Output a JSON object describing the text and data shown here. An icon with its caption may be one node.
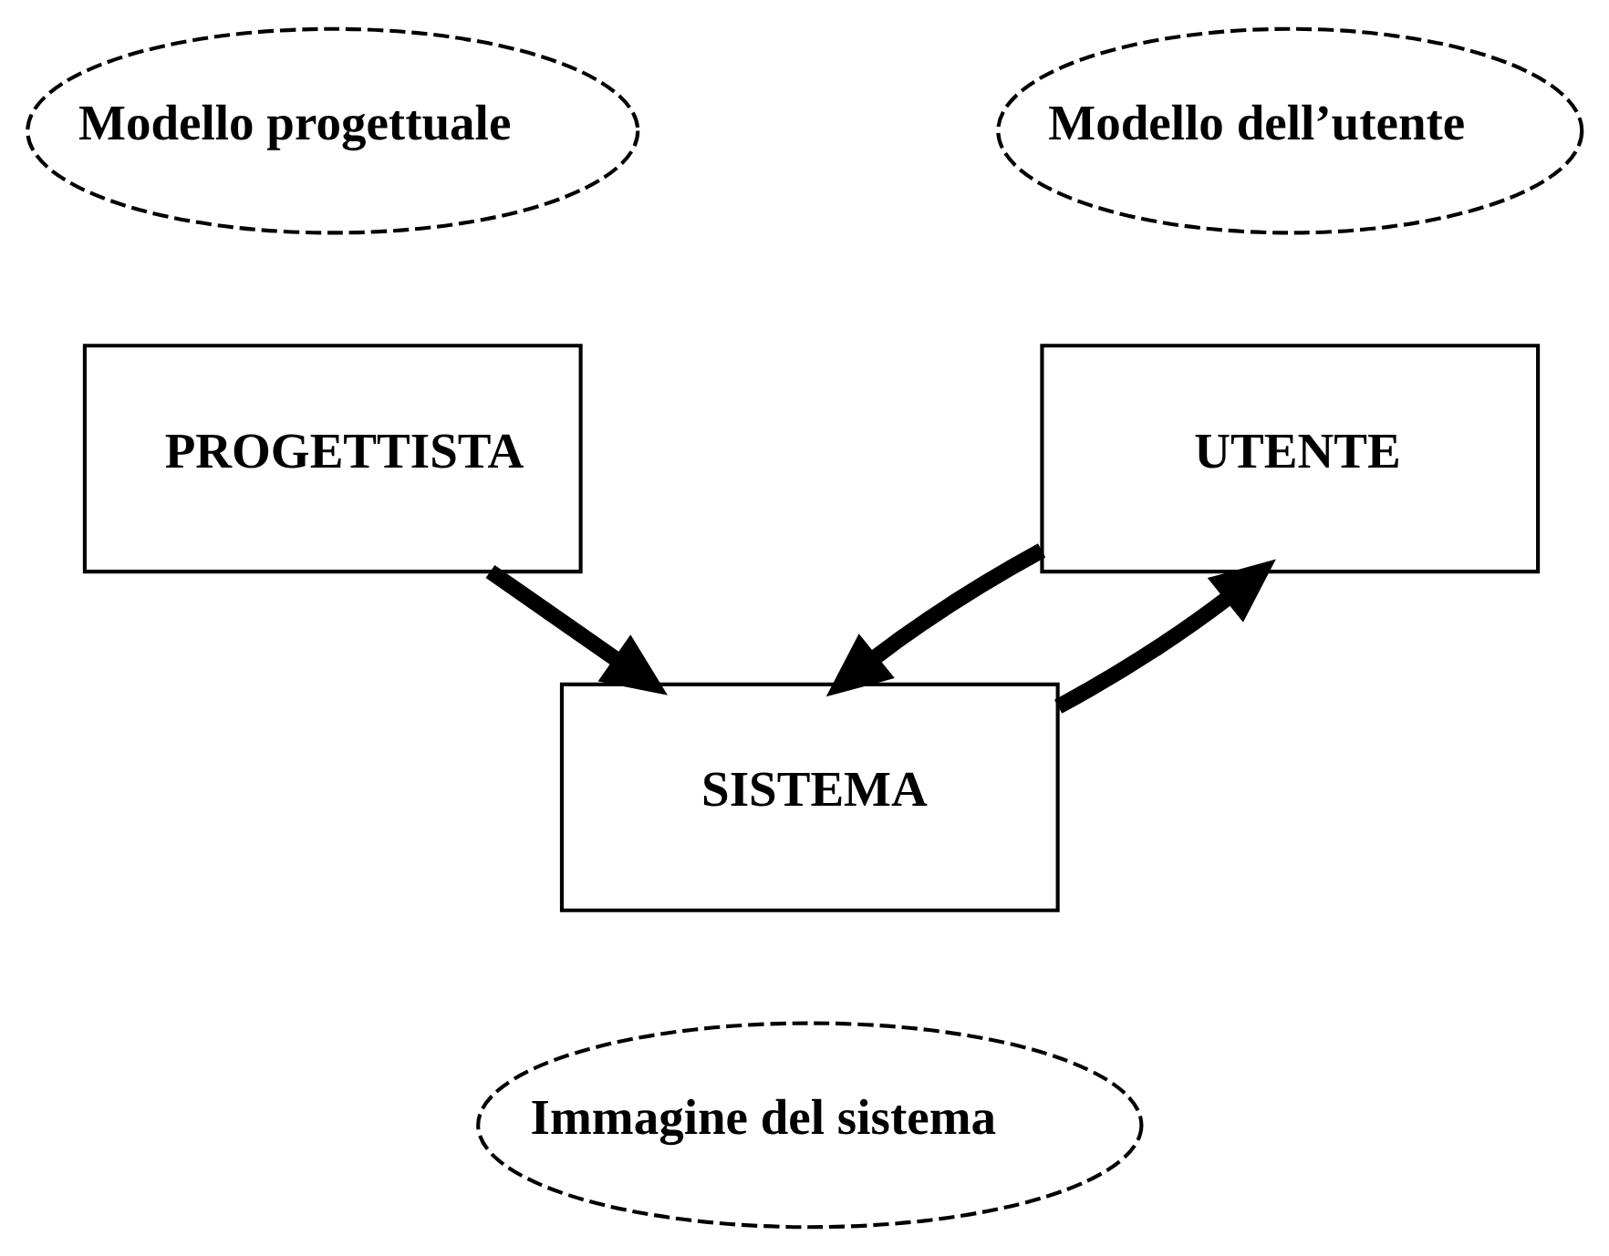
{
  "diagram": {
    "nodes": [
      {
        "text": [
          "Modello progettuale"
        ]
      },
      {
        "text": [
          "PROGETTISTA"
        ]
      },
      {
        "text": [
          "Modello dell’utente"
        ]
      },
      {
        "text": [
          "UTENTE"
        ]
      },
      {
        "text": [
          "SISTEMA"
        ]
      },
      {
        "text": [
          "Immagine del sistema"
        ]
      }
    ],
    "edges": [
      {
        "from": 1,
        "to": 4,
        "arrow": "to"
      },
      {
        "from": 3,
        "to": 4,
        "arrow": "to"
      },
      {
        "from": 4,
        "to": 3,
        "arrow": "to"
      }
    ]
  }
}
